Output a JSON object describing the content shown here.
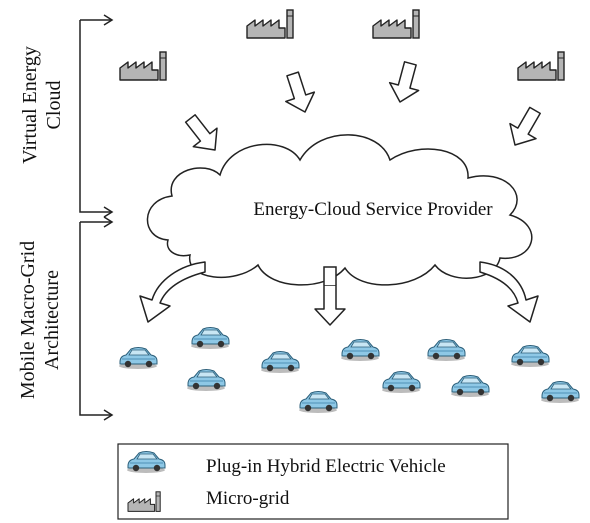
{
  "labels": {
    "virtual_energy_cloud": [
      "Virtual Energy",
      "Cloud"
    ],
    "mobile_macro_grid": [
      "Mobile Macro-Grid",
      "Architecture"
    ],
    "cloud_provider": "Energy-Cloud Service Provider"
  },
  "legend": {
    "items": [
      {
        "icon": "car-icon",
        "label": "Plug-in Hybrid Electric Vehicle"
      },
      {
        "icon": "factory-icon",
        "label": "Micro-grid"
      }
    ]
  },
  "colors": {
    "car_body": "#8ec8e6",
    "car_shade": "#4f8fb5",
    "factory_fill": "#b5b5b5",
    "stroke": "#222222"
  }
}
